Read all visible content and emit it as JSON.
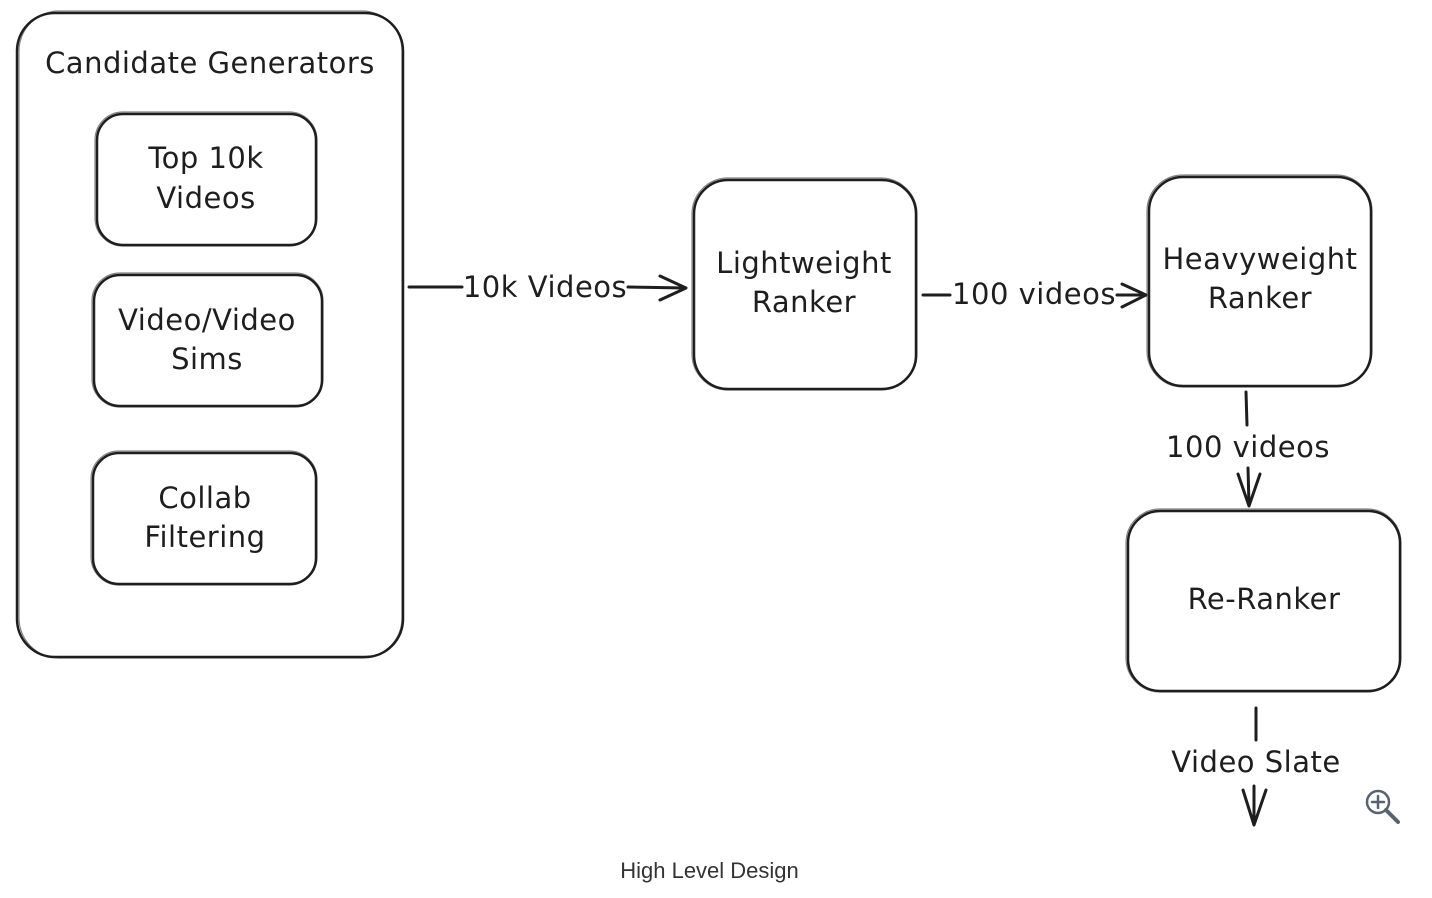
{
  "diagram": {
    "group": {
      "title": "Candidate Generators",
      "items": [
        {
          "line1": "Top 10k",
          "line2": "Videos"
        },
        {
          "line1": "Video/Video",
          "line2": "Sims"
        },
        {
          "line1": "Collab",
          "line2": "Filtering"
        }
      ]
    },
    "nodes": {
      "lightweight": {
        "line1": "Lightweight",
        "line2": "Ranker"
      },
      "heavyweight": {
        "line1": "Heavyweight",
        "line2": "Ranker"
      },
      "reranker": {
        "line1": "Re-Ranker"
      }
    },
    "edges": {
      "candidates_to_lightweight": "10k Videos",
      "lightweight_to_heavyweight": "100 videos",
      "heavyweight_to_reranker": "100 videos",
      "reranker_output": "Video Slate"
    }
  },
  "caption": "High Level Design",
  "icons": {
    "zoom": "zoom-in-icon"
  },
  "colors": {
    "stroke": "#1e1e1e",
    "caption": "#333333",
    "zoom_icon": "#5a6270"
  }
}
